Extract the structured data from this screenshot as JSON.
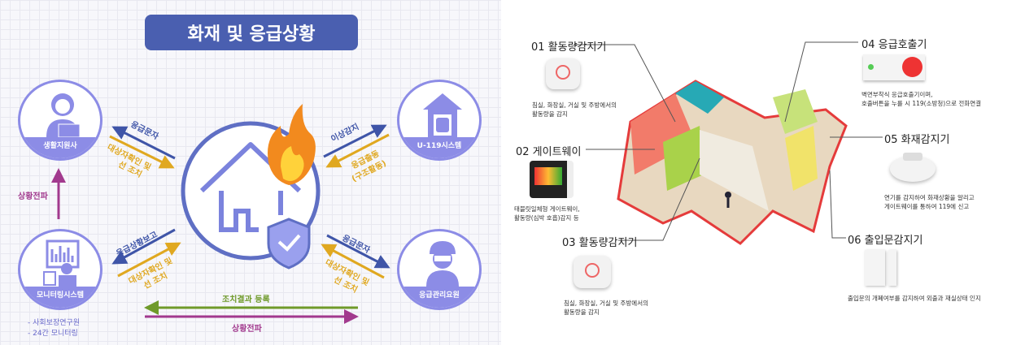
{
  "left": {
    "title": "화재 및 응급상황",
    "nodes": {
      "support": "생활지원사",
      "u119": "U-119시스템",
      "monitor": "모니터링시스템",
      "manager": "응급관리요원"
    },
    "arrows": {
      "tl_blue": "응급문자",
      "tl_yellow_1": "대상자확인 및",
      "tl_yellow_2": "선 조치",
      "tr_blue": "이상감지",
      "tr_yellow_1": "응급출동",
      "tr_yellow_2": "(구조활동)",
      "bl_blue": "응급상황보고",
      "bl_yellow_1": "대상자확인 및",
      "bl_yellow_2": "선 조치",
      "br_blue": "응급문자",
      "br_yellow_1": "대상자확인 및",
      "br_yellow_2": "선 조치",
      "vertical": "상황전파",
      "bottom_green": "조치결과 등록",
      "bottom_purple": "상황전파"
    },
    "notes": [
      "- 사회보장연구원",
      "- 24간 모니터링"
    ],
    "colors": {
      "primary": "#4a5fb0",
      "node": "#8c8ce6",
      "blue": "#3f55a8",
      "yellow": "#e0a820",
      "purple": "#a23a8e",
      "green": "#6f9a2a"
    }
  },
  "right": {
    "devices": [
      {
        "title": "01 활동량감지기",
        "desc": [
          "침실, 화장실, 거실 및 주방에서의",
          "활동량을 감지"
        ]
      },
      {
        "title": "02 게이트웨이",
        "desc": [
          "태블릿일체형 게이트웨이,",
          "활동량(심박  호흡)감지 등"
        ]
      },
      {
        "title": "03 활동량감지기",
        "desc": [
          "침실, 화장실, 거실 및 주방에서의",
          "활동량을 감지"
        ]
      },
      {
        "title": "04 응급호출기",
        "desc": [
          "벽면부착식 응급호출기이며,",
          "호출버튼을 누를 시 119(소방청)으로 전화연결"
        ]
      },
      {
        "title": "05 화재감지기",
        "desc": [
          "연기를 감지하여 화재상황을 알리고",
          "게이트웨이를 통하여 119에 신고"
        ]
      },
      {
        "title": "06 출입문감지기",
        "desc": [
          "출입문의 개폐여부를 감지하여 외출과 재실상태 인지"
        ]
      }
    ]
  }
}
